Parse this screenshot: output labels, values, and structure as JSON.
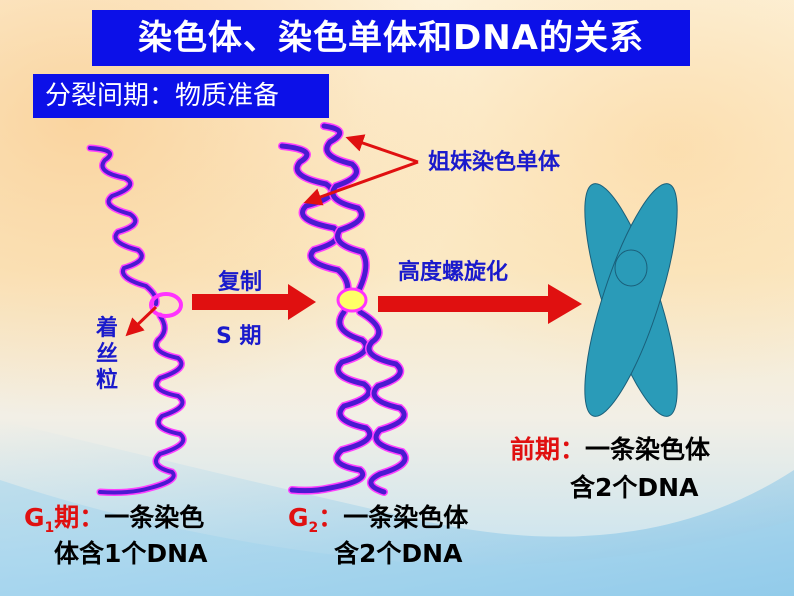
{
  "title": "染色体、染色单体和DNA的关系",
  "subtitle": "分裂间期：物质准备",
  "labels": {
    "sister_chromatids": "姐妹染色单体",
    "replication": "复制",
    "s_phase": "S 期",
    "high_coiling": "高度螺旋化",
    "centromere_1": "着",
    "centromere_2": "丝",
    "centromere_3": "粒"
  },
  "captions": {
    "g1_prefix": "G",
    "g1_sub": "1",
    "g1_phase": "期：",
    "g1_line1": "一条染色",
    "g1_line2": "体含1个DNA",
    "g2_prefix": "G",
    "g2_sub": "2",
    "g2_colon": "：",
    "g2_line1": "一条染色体",
    "g2_line2": "含2个DNA",
    "pro_prefix": "前期：",
    "pro_line1": "一条染色体",
    "pro_line2": "含2个DNA"
  },
  "colors": {
    "title_bg": "#0c10e8",
    "label_blue": "#1a1acc",
    "red": "#e01010",
    "chromatin": "#4a1ad0",
    "chromatin_glow": "#ff40ff",
    "chromosome": "#2a9bb8",
    "centromere_fill": "#ffff66",
    "centromere_ring": "#ff33ff"
  }
}
